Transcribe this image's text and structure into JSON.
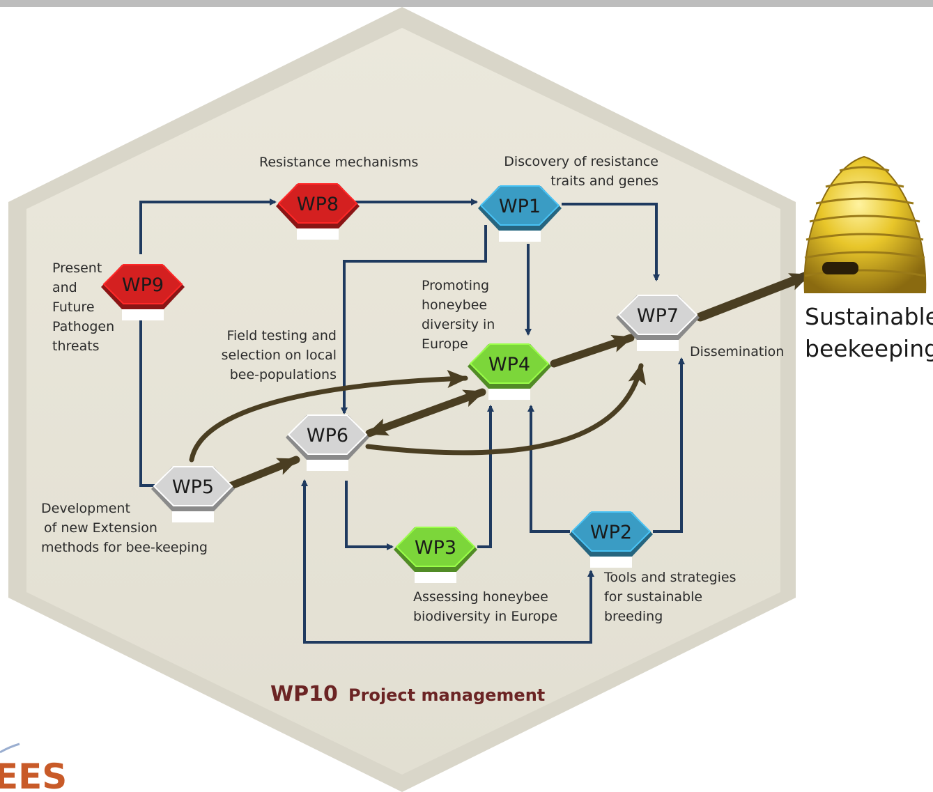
{
  "work_packages": {
    "wp1": "WP1",
    "wp2": "WP2",
    "wp3": "WP3",
    "wp4": "WP4",
    "wp5": "WP5",
    "wp6": "WP6",
    "wp7": "WP7",
    "wp8": "WP8",
    "wp9": "WP9"
  },
  "labels": {
    "resistance_mechanisms": "Resistance mechanisms",
    "discovery": [
      "Discovery of resistance",
      "traits and genes"
    ],
    "pathogen": [
      "Present",
      "and",
      "Future",
      "Pathogen",
      "threats"
    ],
    "field_testing": [
      "Field  testing and",
      "selection on local",
      "bee-populations"
    ],
    "promoting": [
      "Promoting",
      "honeybee",
      "diversity in",
      "Europe"
    ],
    "dissemination": "Dissemination",
    "extension": [
      "Development",
      "of new Extension",
      "methods for bee-keeping"
    ],
    "assessing": [
      "Assessing honeybee",
      "biodiversity in Europe"
    ],
    "tools": [
      "Tools and strategies",
      "for sustainable",
      "breeding"
    ]
  },
  "outcome": [
    "Sustainable",
    "beekeeping"
  ],
  "management": {
    "wp": "WP10",
    "text": "Project management"
  },
  "logo_text": "EES",
  "colors": {
    "red": "#d42020",
    "blue": "#3a9cc4",
    "green": "#7cd63a",
    "grey": "#d4d4d4",
    "arrow_navy": "#1f3a5f",
    "arrow_olive": "#4a3e22",
    "background_hex": "#e6e3d6",
    "management": "#6b2424"
  }
}
